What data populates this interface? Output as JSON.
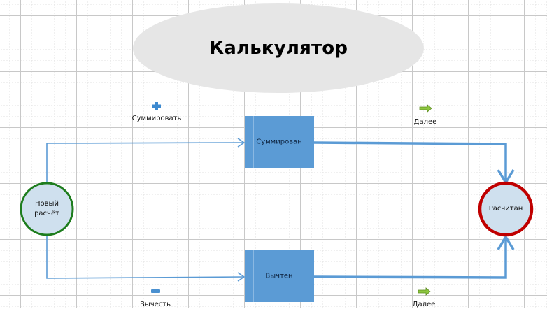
{
  "diagram": {
    "title": "Калькулятор",
    "colors": {
      "grid_major": "#c8c8c8",
      "grid_minor": "#e2e2e2",
      "title_fill": "#e6e6e6",
      "state_fill": "#cfe0ee",
      "start_stroke": "#1e7d1e",
      "end_stroke": "#c00000",
      "activity_fill": "#5b9bd5",
      "activity_line": "#8ab8e2",
      "connector": "#5b9bd5",
      "next_icon": "#8dc63f"
    },
    "states": [
      {
        "id": "start",
        "label": "Новый\nрасчёт",
        "type": "initial"
      },
      {
        "id": "end",
        "label": "Расчитан",
        "type": "final"
      }
    ],
    "activities": [
      {
        "id": "sum",
        "label": "Суммирован"
      },
      {
        "id": "sub",
        "label": "Вычтен"
      }
    ],
    "transitions": [
      {
        "from": "start",
        "to": "sum",
        "label": "Суммировать",
        "icon": "plus-icon"
      },
      {
        "from": "start",
        "to": "sub",
        "label": "Вычесть",
        "icon": "minus-icon"
      },
      {
        "from": "sum",
        "to": "end",
        "label": "Далее",
        "icon": "arrow-right-icon"
      },
      {
        "from": "sub",
        "to": "end",
        "label": "Далее",
        "icon": "arrow-right-icon"
      }
    ]
  }
}
